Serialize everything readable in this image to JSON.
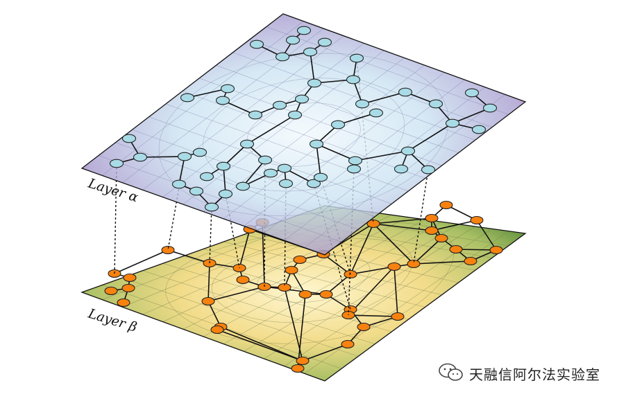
{
  "diagram": {
    "layer_alpha_label": "Layer α",
    "layer_beta_label": "Layer β"
  },
  "watermark": {
    "text": "天融信阿尔法实验室",
    "icon": "wechat-icon"
  },
  "colors": {
    "alpha_node": "#a9dbe6",
    "beta_node": "#f7820f",
    "alpha_plane_center": "#eef6fb",
    "alpha_plane_edge": "#a04f9a",
    "beta_plane_center": "#fff3c8",
    "beta_plane_edge": "#5a8a3c"
  }
}
